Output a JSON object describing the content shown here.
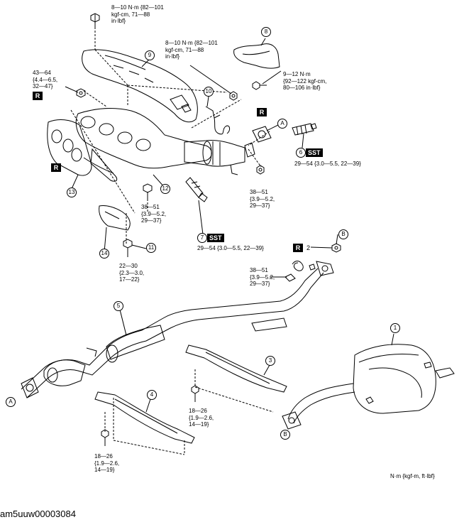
{
  "torques": {
    "t1": "8—10 N·m {82—101\nkgf-cm, 71—88\nin·lbf}",
    "t2": "8—10 N·m {82—101\nkgf-cm, 71—88\nin·lbf}",
    "t3": "43—64\n{4.4—6.5,\n32—47}",
    "t4": "9—12 N·m\n{92—122 kgf-cm,\n80—106 in·lbf}",
    "t5": "29—54 {3.0—5.5, 22—39}",
    "t6": "38—51\n{3.9—5.2,\n29—37}",
    "t7": "38—51\n{3.9—5.2,\n29—37}",
    "t8": "29—54 {3.0—5.5, 22—39}",
    "t9": "22—30\n{2.3—3.0,\n17—22}",
    "t10": "38—51\n{3.9—5.2,\n29—37}",
    "t11": "18—26\n{1.9—2.6,\n14—19}",
    "t12": "18—26\n{1.9—2.6,\n14—19}"
  },
  "r_mark": "R",
  "sst_mark": "SST",
  "num_plain2": "2",
  "callouts": {
    "n1": "1",
    "n3": "3",
    "n4": "4",
    "n5": "5",
    "n6": "6",
    "n7": "7",
    "n8": "8",
    "n9": "9",
    "n10": "10",
    "n11": "11",
    "n12": "12",
    "n13": "13",
    "n14": "14",
    "a": "A",
    "b": "B"
  },
  "legend": "N·m {kgf-m, ft·lbf}",
  "figure_id": "am5uuw00003084"
}
